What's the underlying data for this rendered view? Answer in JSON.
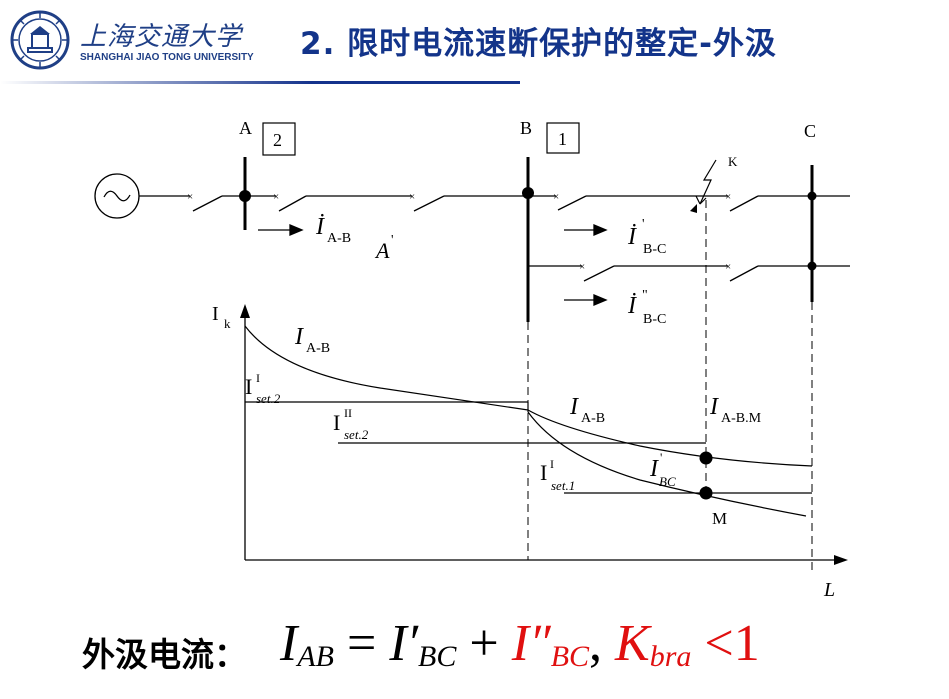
{
  "header": {
    "university_cn": "上海交通大学",
    "university_en": "SHANGHAI JIAO TONG UNIVERSITY",
    "title": "2. 限时电流速断保护的整定-外汲",
    "brand_color": "#1f3f86"
  },
  "diagram": {
    "bus_a": "A",
    "bus_b": "B",
    "bus_c": "C",
    "relay_2": "2",
    "relay_1": "1",
    "fault_k": "K",
    "point_a_prime": "A",
    "point_a_prime_mark": "'",
    "current_ab": {
      "main": "İ",
      "sub": "A-B"
    },
    "current_bc1": {
      "main": "İ",
      "sup": "'",
      "sub": "B-C"
    },
    "current_bc2": {
      "main": "İ",
      "sup": "\"",
      "sub": "B-C"
    },
    "axis_y": {
      "main": "I",
      "sub": "k"
    },
    "axis_x": "L",
    "curve_ab_top": {
      "main": "I",
      "sub": "A-B"
    },
    "curve_ab_right": {
      "main": "I",
      "sub": "A-B"
    },
    "curve_abm": {
      "main": "I",
      "sub": "A-B.M"
    },
    "curve_bc": {
      "main": "I",
      "sup": "'",
      "sub": "BC"
    },
    "set_2_i": {
      "main": "I",
      "sup": "I",
      "sub": "set.2"
    },
    "set_2_ii": {
      "main": "I",
      "sup": "II",
      "sub": "set.2"
    },
    "set_1_i": {
      "main": "I",
      "sup": "I",
      "sub": "set.1"
    },
    "point_m": "M"
  },
  "formula": {
    "label": "外汲电流：",
    "lhs_var": "I",
    "lhs_sub": "AB",
    "eq": "=",
    "t1_var": "I",
    "t1_prime": "′",
    "t1_sub": "BC",
    "plus": "+",
    "t2_var": "I",
    "t2_prime": "″",
    "t2_sub": "BC",
    "comma": ",",
    "k_var": "K",
    "k_sub": "bra",
    "lt": "<",
    "rhs": "1",
    "highlight_color": "#e01010"
  }
}
